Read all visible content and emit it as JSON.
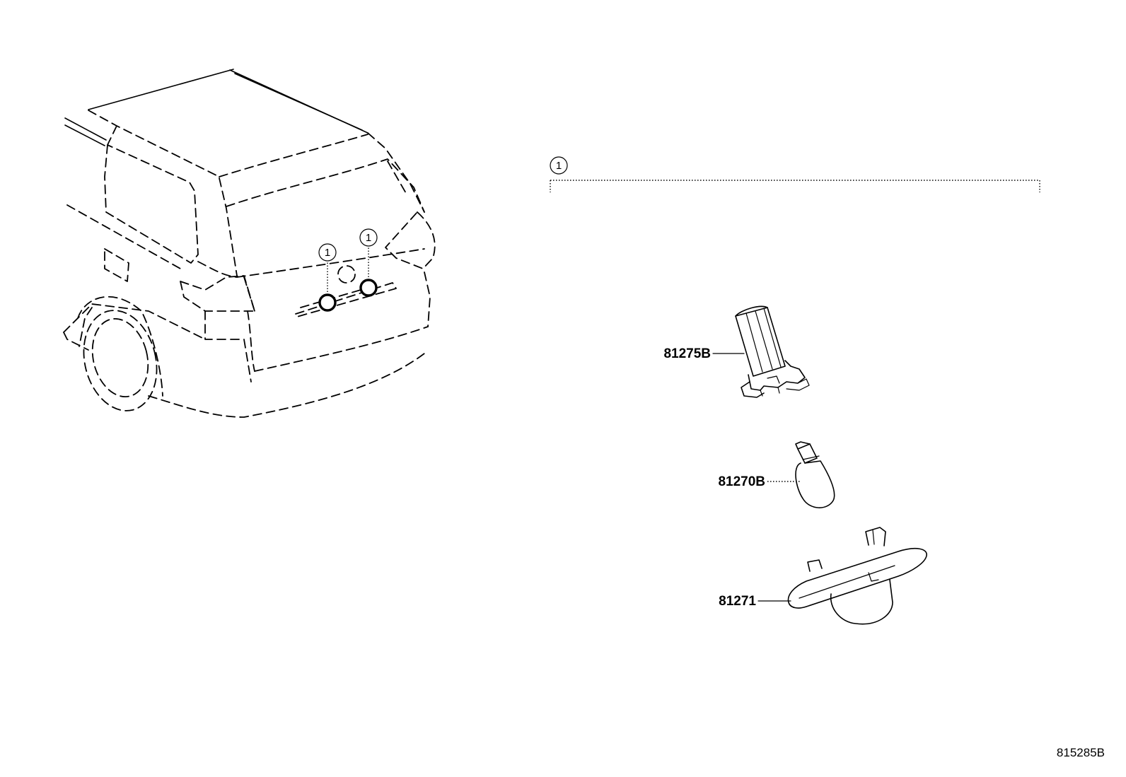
{
  "diagram": {
    "callout_number": "1",
    "parts": [
      {
        "part_number": "81275B"
      },
      {
        "part_number": "81270B"
      },
      {
        "part_number": "81271"
      }
    ],
    "diagram_code": "815285B"
  }
}
